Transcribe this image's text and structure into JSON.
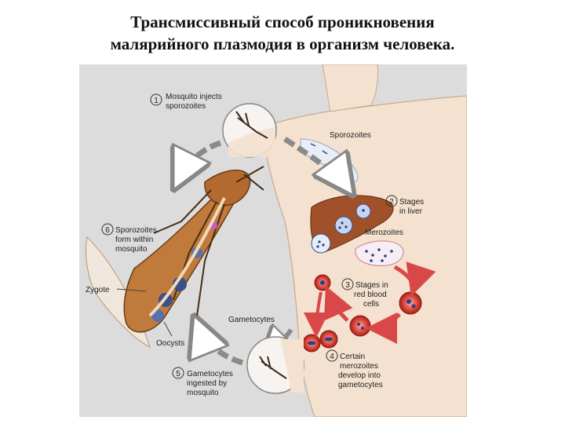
{
  "title": {
    "line1": "Трансмиссивный способ проникновения",
    "line2": "малярийного плазмодия в организм человека."
  },
  "diagram": {
    "steps": [
      {
        "num": "1",
        "lines": [
          "Mosquito injects",
          "sporozoites"
        ]
      },
      {
        "num": "2",
        "lines": [
          "Stages",
          "in liver"
        ]
      },
      {
        "num": "3",
        "lines": [
          "Stages in",
          "red blood",
          "cells"
        ]
      },
      {
        "num": "4",
        "lines": [
          "Certain",
          "merozoites",
          "develop into",
          "gametocytes"
        ]
      },
      {
        "num": "5",
        "lines": [
          "Gametocytes",
          "ingested by",
          "mosquito"
        ]
      },
      {
        "num": "6",
        "lines": [
          "Sporozoites",
          "form within",
          "mosquito"
        ]
      }
    ],
    "labels": {
      "sporozoites": "Sporozoites",
      "merozoites": "Merozoites",
      "gametocytes": "Gametocytes",
      "zygote": "Zygote",
      "oocysts": "Oocysts"
    },
    "colors": {
      "background": "#dcdcdc",
      "skin": "#f4e1cf",
      "liver": "#a0512a",
      "rbc": "#d9342b",
      "arrow": "#d94848",
      "mosquito": "#c07a3c"
    }
  }
}
